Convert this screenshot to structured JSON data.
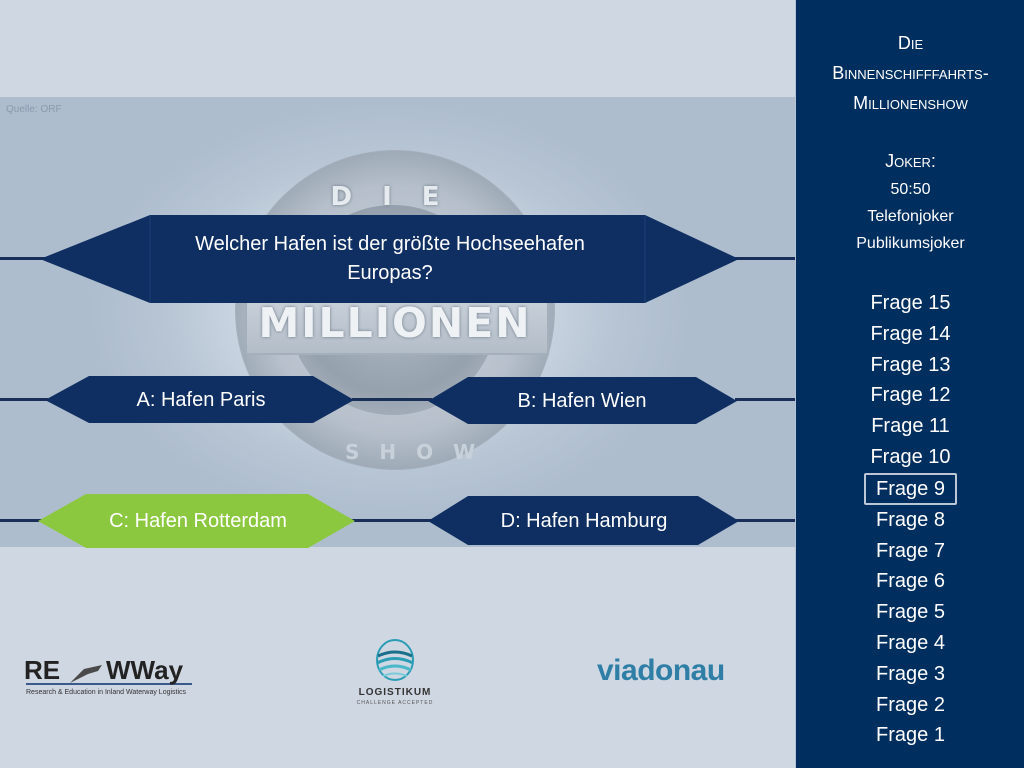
{
  "source": "Quelle: ORF",
  "background_logo": {
    "top": "DIE",
    "word": "MILLIONEN",
    "bottom": "SHOW"
  },
  "question": {
    "text": "Welcher Hafen ist der größte Hochseehafen Europas?"
  },
  "answers": [
    {
      "key": "A",
      "label": "A: Hafen Paris",
      "selected": false
    },
    {
      "key": "B",
      "label": "B: Hafen Wien",
      "selected": false
    },
    {
      "key": "C",
      "label": "C: Hafen Rotterdam",
      "selected": true
    },
    {
      "key": "D",
      "label": "D: Hafen Hamburg",
      "selected": false
    }
  ],
  "sidebar": {
    "title_lines": [
      "Die",
      "Binnenschifffahrts-",
      "Millionenshow"
    ],
    "joker_heading": "Joker:",
    "jokers": [
      "50:50",
      "Telefonjoker",
      "Publikumsjoker"
    ],
    "ladder": [
      "Frage 15",
      "Frage 14",
      "Frage 13",
      "Frage 12",
      "Frage 11",
      "Frage 10",
      "Frage 9",
      "Frage 8",
      "Frage 7",
      "Frage 6",
      "Frage 5",
      "Frage 4",
      "Frage 3",
      "Frage 2",
      "Frage 1"
    ],
    "current_question": "Frage 9"
  },
  "logos": {
    "rewway": {
      "main_left": "RE",
      "main_right": "WWay",
      "tagline": "Research & Education in Inland Waterway Logistics"
    },
    "logistikum": {
      "name": "LOGISTIKUM",
      "tagline": "CHALLENGE ACCEPTED"
    },
    "viadonau": {
      "name": "viadonau"
    }
  },
  "colors": {
    "shape_fill": "#0f2f62",
    "selected_fill": "#8cc83f",
    "sidebar_bg": "#002f5f",
    "line": "#1a2e5a"
  }
}
